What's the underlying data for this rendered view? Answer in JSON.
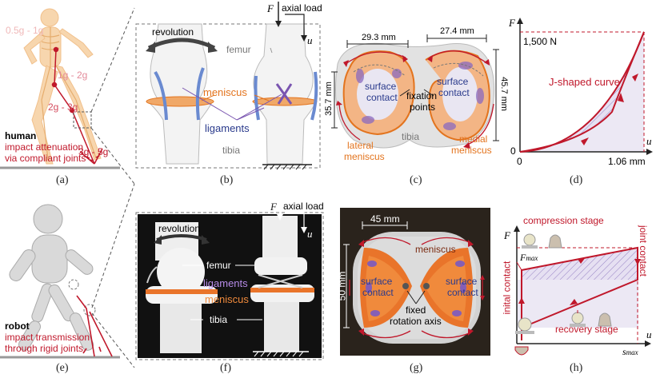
{
  "a": {
    "loads": [
      "0.5g - 1g",
      "1g - 2g",
      "2g - 3g",
      "3g - 5g"
    ],
    "title": "human",
    "desc1": "impact attenuation",
    "desc2": "via compliant joints",
    "caption": "(a)"
  },
  "b": {
    "revolution": "revolution",
    "femur": "femur",
    "meniscus": "meniscus",
    "ligaments": "ligaments",
    "tibia": "tibia",
    "force": "F",
    "axial": "axial load",
    "u": "u",
    "caption": "(b)"
  },
  "c": {
    "dim_left": "29.3 mm",
    "dim_right": "27.4 mm",
    "dim_lv": "35.7 mm",
    "dim_rv": "45.7 mm",
    "surface1": "surface",
    "contact1": "contact",
    "surface2": "surface",
    "contact2": "contact",
    "fixation1": "fixation",
    "fixation2": "points",
    "tibia": "tibia",
    "lateral1": "lateral",
    "lateral2": "meniscus",
    "medial1": "medial",
    "medial2": "meniscus",
    "caption": "(c)"
  },
  "d": {
    "ylabel": "F",
    "xlabel": "u",
    "peak": "1,500 N",
    "curve": "J-shaped curve",
    "zero_y": "0",
    "zero_x": "0",
    "xmax": "1.06 mm",
    "caption": "(d)"
  },
  "e": {
    "title": "robot",
    "desc1": "impact transmission",
    "desc2": "through rigid joints",
    "caption": "(e)"
  },
  "f": {
    "force": "F",
    "axial": "axial load",
    "u": "u",
    "revolution": "revolution",
    "femur": "femur",
    "ligaments": "ligaments",
    "meniscus": "meniscus",
    "tibia": "tibia",
    "caption": "(f)"
  },
  "g": {
    "dim_h": "45 mm",
    "dim_v": "50 mm",
    "meniscus": "meniscus",
    "surface1": "surface",
    "contact1": "contact",
    "surface2": "surface",
    "contact2": "contact",
    "fixed1": "fixed",
    "fixed2": "rotation axis",
    "caption": "(g)"
  },
  "h": {
    "compression": "compression stage",
    "recovery": "recovery stage",
    "fmax": "F",
    "fmax_sub": "max",
    "ylabel": "F",
    "xlabel": "u",
    "smax": "s",
    "smax_sub": "max",
    "initial": "inital contact",
    "joint": "joint contact",
    "caption": "(h)"
  },
  "colors": {
    "red": "#c0182b",
    "orange": "#e3741e",
    "blue": "#2a3a8c",
    "purple": "#7a3ab0",
    "hatch_fill": "#e6e0f2"
  }
}
